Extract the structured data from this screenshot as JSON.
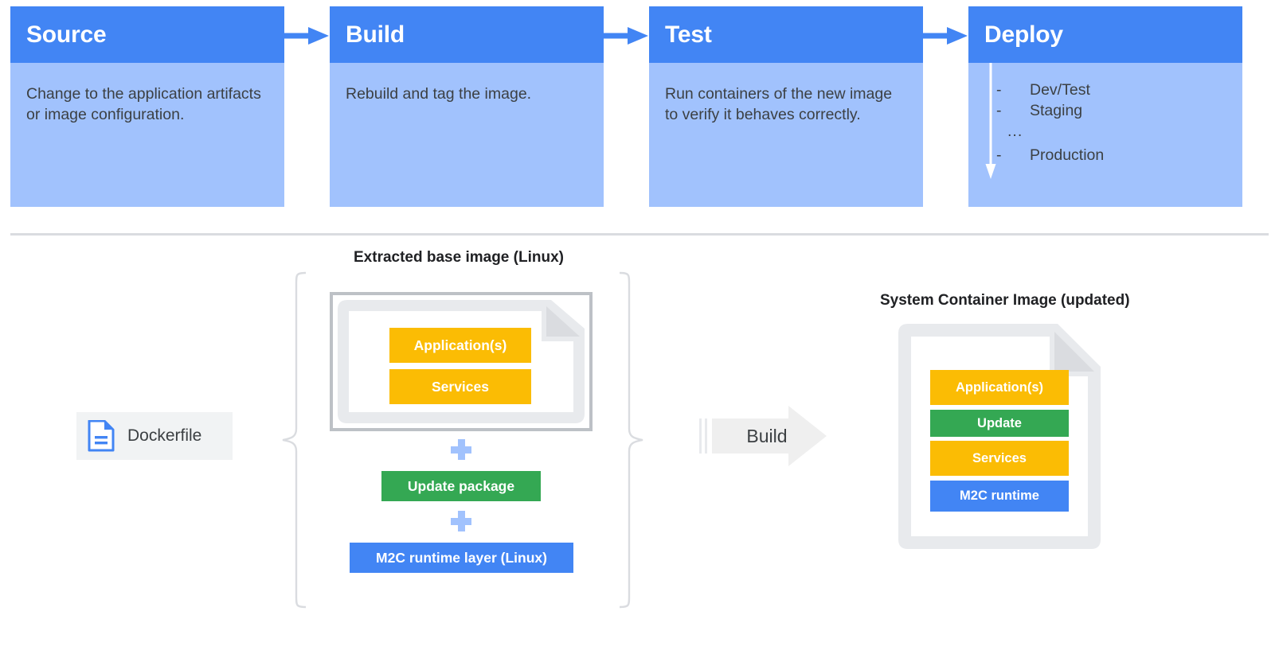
{
  "colors": {
    "header_blue": "#4285f4",
    "body_blue": "#a1c2fd",
    "yellow": "#fbbc04",
    "green": "#34a853",
    "blue": "#4285f4",
    "gray_border": "#bdc1c6",
    "light_gray": "#e8eaed",
    "chip_gray": "#f1f3f4",
    "text_dark": "#3c4043",
    "divider": "#dadce0"
  },
  "pipeline": {
    "stages": [
      {
        "title": "Source",
        "description": "Change to the application artifacts or image configuration."
      },
      {
        "title": "Build",
        "description": "Rebuild and tag the image."
      },
      {
        "title": "Test",
        "description": "Run containers of the new image to verify it behaves correctly."
      },
      {
        "title": "Deploy",
        "description": ""
      }
    ],
    "connector_icon": "arrow-right-icon",
    "deploy": {
      "arrow_icon": "arrow-down-icon",
      "items": [
        {
          "dash": "-",
          "label": "Dev/Test"
        },
        {
          "dash": "-",
          "label": "Staging"
        },
        {
          "dash": "",
          "label": "..."
        },
        {
          "dash": "-",
          "label": "Production"
        }
      ]
    }
  },
  "diagram": {
    "base_image": {
      "caption": "Extracted base image (Linux)",
      "doc_icon": "document-icon",
      "layers": [
        {
          "label": "Application(s)",
          "color": "#fbbc04"
        },
        {
          "label": "Services",
          "color": "#fbbc04"
        }
      ]
    },
    "plus_icon": "plus-icon",
    "update_package": {
      "label": "Update package",
      "color": "#34a853"
    },
    "m2c_runtime_layer": {
      "label": "M2C runtime layer (Linux)",
      "color": "#4285f4"
    },
    "dockerfile": {
      "label": "Dockerfile",
      "icon": "file-document-icon"
    },
    "build_arrow": {
      "label": "Build",
      "icon": "arrow-right-block-icon"
    },
    "system_container_image": {
      "caption": "System Container Image (updated)",
      "doc_icon": "document-icon",
      "layers": [
        {
          "label": "Application(s)",
          "color": "#fbbc04"
        },
        {
          "label": "Update",
          "color": "#34a853"
        },
        {
          "label": "Services",
          "color": "#fbbc04"
        },
        {
          "label": "M2C runtime",
          "color": "#4285f4"
        }
      ]
    },
    "brace_left_icon": "curly-brace-icon",
    "brace_right_icon": "curly-brace-icon"
  }
}
